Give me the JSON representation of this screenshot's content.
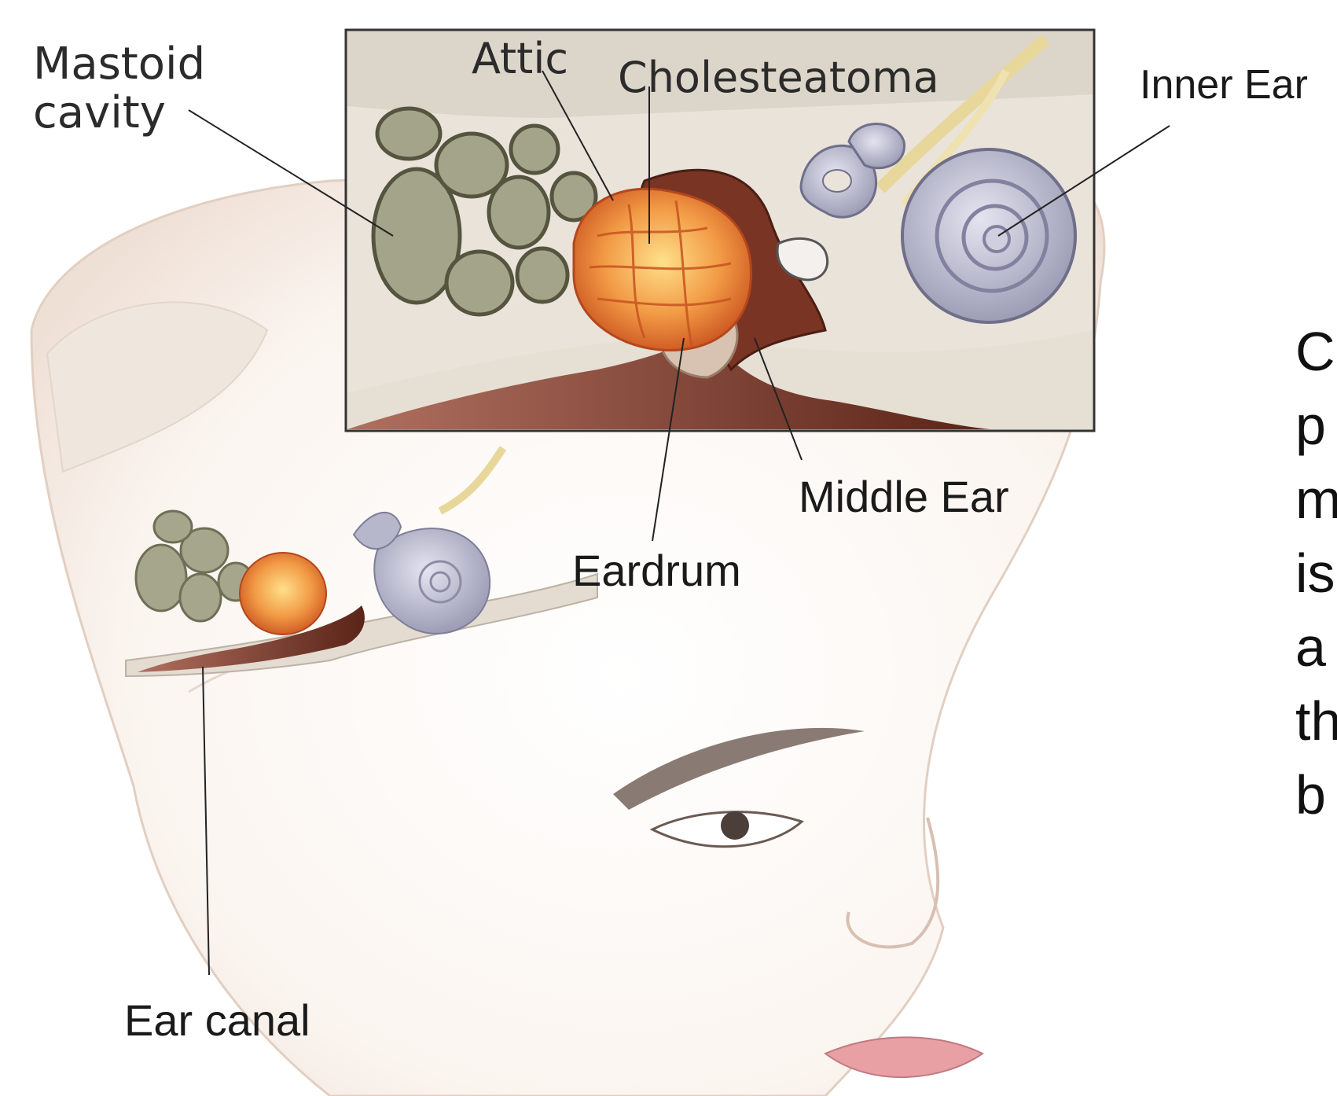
{
  "labels": {
    "mastoid_line1": "Mastoid",
    "mastoid_line2": "cavity",
    "attic": "Attic",
    "cholesteatoma": "Cholesteatoma",
    "inner_ear": "Inner Ear",
    "middle_ear": "Middle Ear",
    "eardrum": "Eardrum",
    "ear_canal": "Ear canal"
  },
  "side_text_fragments": [
    "C",
    "p",
    "m",
    "is",
    "a",
    "th",
    "b"
  ],
  "colors": {
    "skin": "#f6ece4",
    "bone": "#d9d2c5",
    "mastoid_cells": "#a4a48a",
    "cholesteatoma": "#f08a3c",
    "inner_ear": "#b7b7cc",
    "canal": "#6e2e22",
    "nerve": "#e8d79a"
  }
}
